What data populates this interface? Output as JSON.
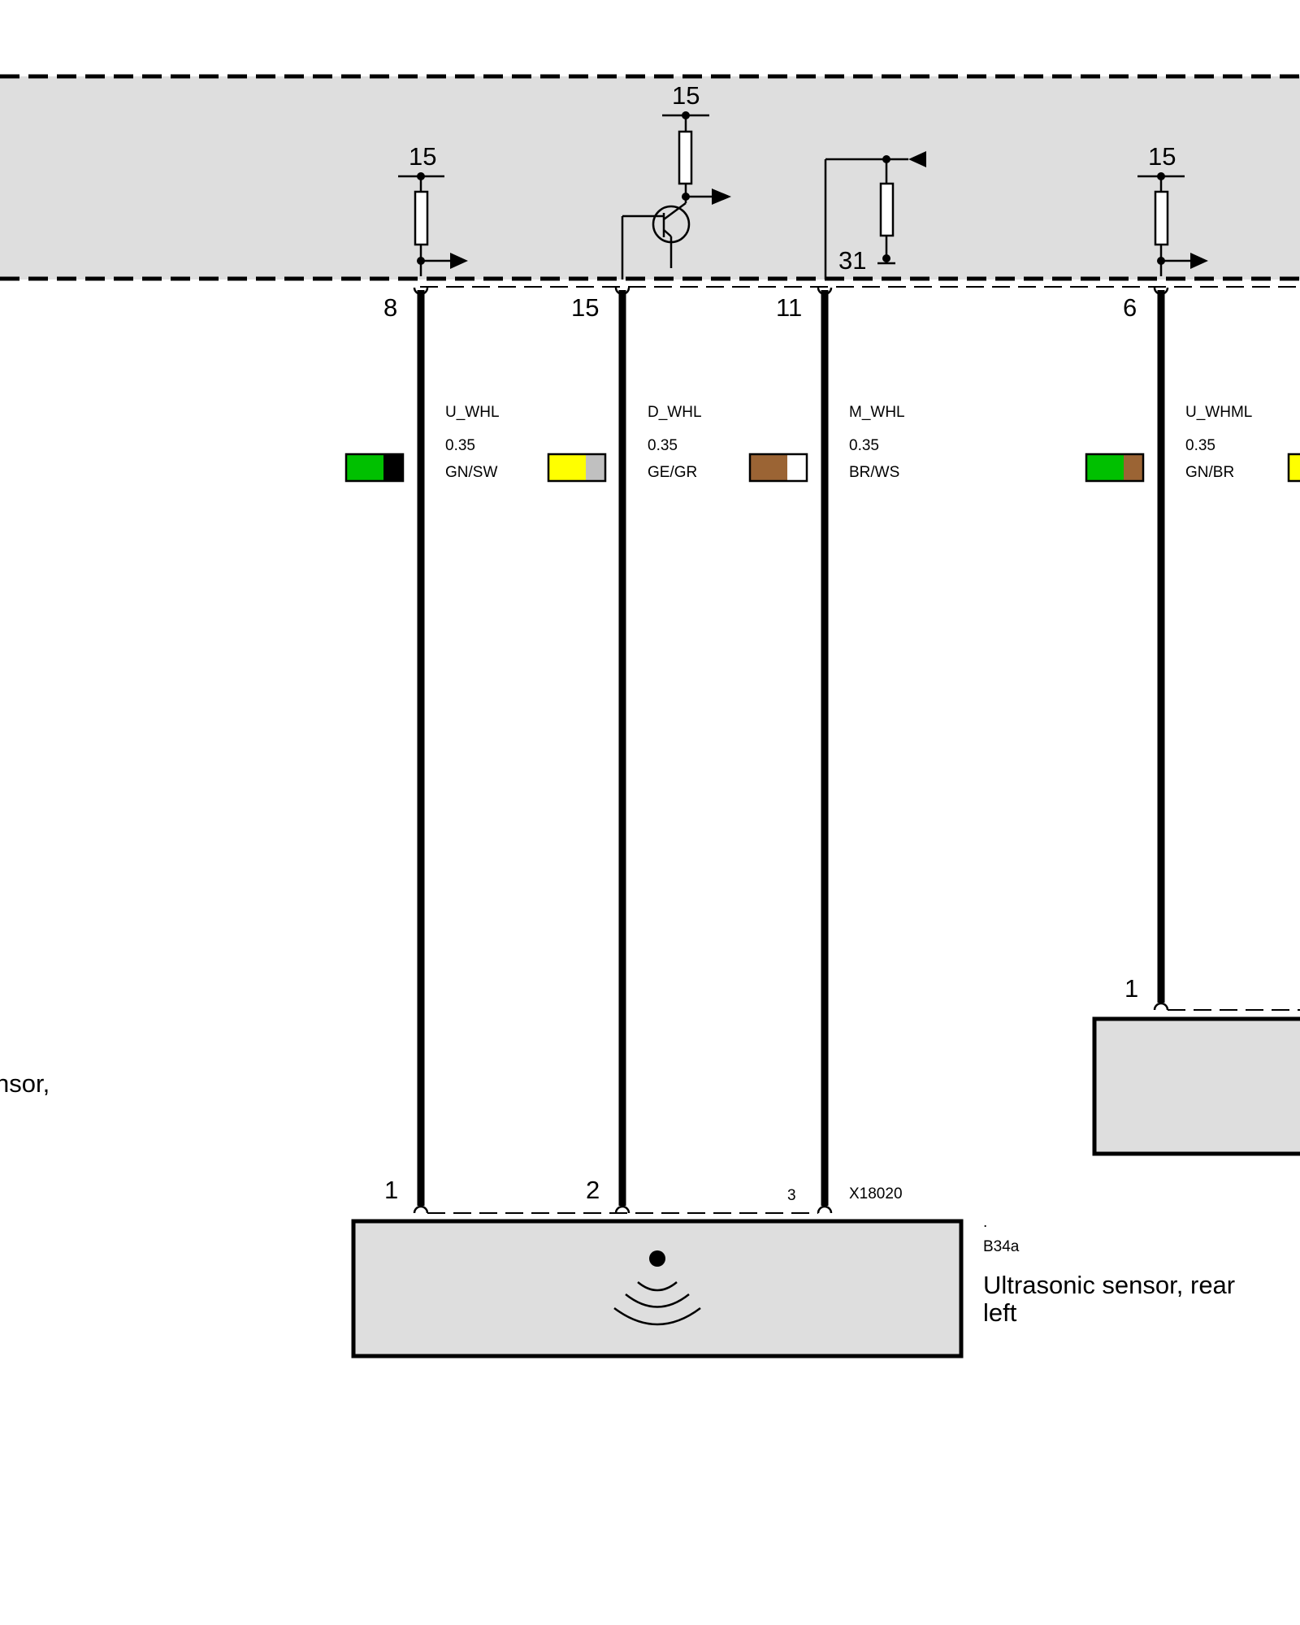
{
  "colors": {
    "panel_fill": "#dedede",
    "green": "#00c000",
    "black": "#000000",
    "yellow": "#ffff00",
    "grey": "#c0c0c0",
    "brown": "#9b6434",
    "white": "#ffffff"
  },
  "control_unit": {
    "supply_labels": [
      "15",
      "15",
      "15"
    ],
    "ground_label": "31"
  },
  "wires": [
    {
      "pin_top": "8",
      "signal": "U_WHL",
      "gauge": "0.35",
      "color_code": "GN/SW",
      "swatch": [
        "green",
        "black"
      ],
      "pin_bottom": "1"
    },
    {
      "pin_top": "15",
      "signal": "D_WHL",
      "gauge": "0.35",
      "color_code": "GE/GR",
      "swatch": [
        "yellow",
        "grey"
      ],
      "pin_bottom": "2"
    },
    {
      "pin_top": "11",
      "signal": "M_WHL",
      "gauge": "0.35",
      "color_code": "BR/WS",
      "swatch": [
        "brown",
        "white"
      ],
      "pin_bottom": "3"
    },
    {
      "pin_top": "6",
      "signal": "U_WHML",
      "gauge": "0.35",
      "color_code": "GN/BR",
      "swatch": [
        "green",
        "brown"
      ],
      "pin_bottom": "1"
    }
  ],
  "connector": "X18020",
  "sensor": {
    "dot": ".",
    "id": "B34a",
    "name_line1": "Ultrasonic sensor, rear",
    "name_line2": "left",
    "icon": "ultrasonic-wave-icon"
  },
  "left_cutoff_label": "nsor,"
}
